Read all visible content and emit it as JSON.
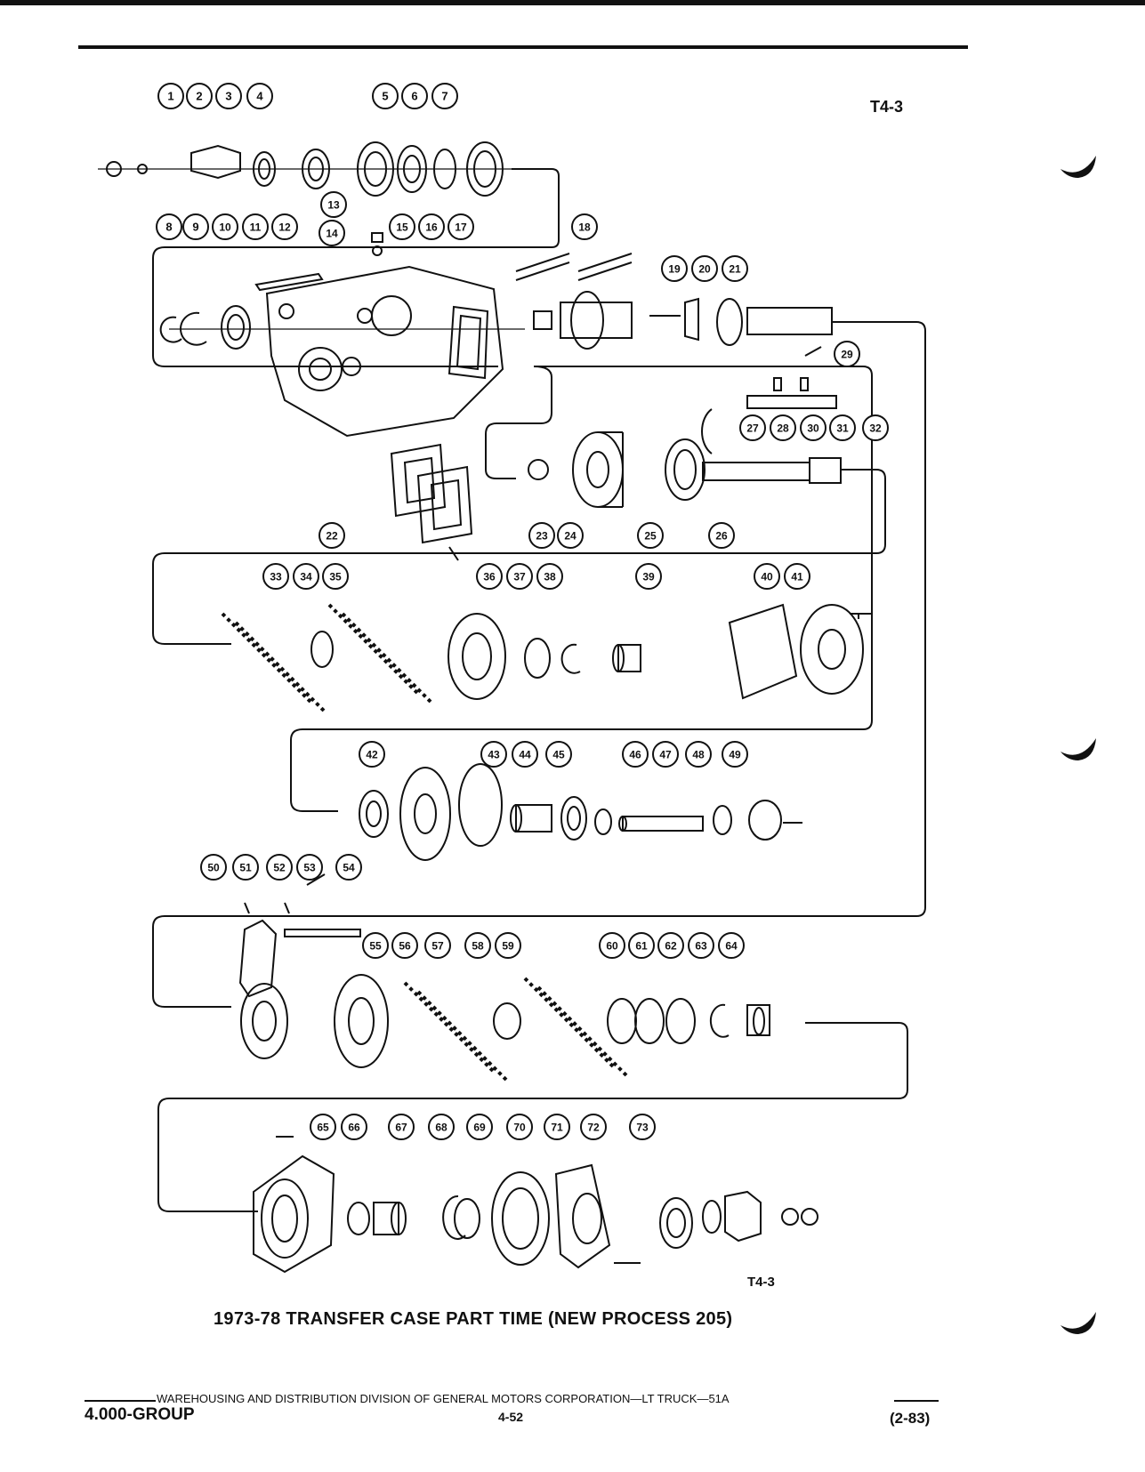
{
  "figure_id_top": "T4-3",
  "figure_id_bottom": "T4-3",
  "caption": "1973-78 TRANSFER CASE PART TIME (NEW PROCESS 205)",
  "footer": {
    "division": "WAREHOUSING AND DISTRIBUTION  DIVISION OF GENERAL MOTORS CORPORATION—LT TRUCK—51A",
    "group": "4.000-GROUP",
    "page": "4-52",
    "date": "(2-83)"
  },
  "callouts": [
    "1",
    "2",
    "3",
    "4",
    "5",
    "6",
    "7",
    "8",
    "9",
    "10",
    "11",
    "12",
    "13",
    "14",
    "15",
    "16",
    "17",
    "18",
    "19",
    "20",
    "21",
    "22",
    "23",
    "24",
    "25",
    "26",
    "27",
    "28",
    "29",
    "30",
    "31",
    "32",
    "33",
    "34",
    "35",
    "36",
    "37",
    "38",
    "39",
    "40",
    "41",
    "42",
    "43",
    "44",
    "45",
    "46",
    "47",
    "48",
    "49",
    "50",
    "51",
    "52",
    "53",
    "54",
    "55",
    "56",
    "57",
    "58",
    "59",
    "60",
    "61",
    "62",
    "63",
    "64",
    "65",
    "66",
    "67",
    "68",
    "69",
    "70",
    "71",
    "72",
    "73"
  ]
}
